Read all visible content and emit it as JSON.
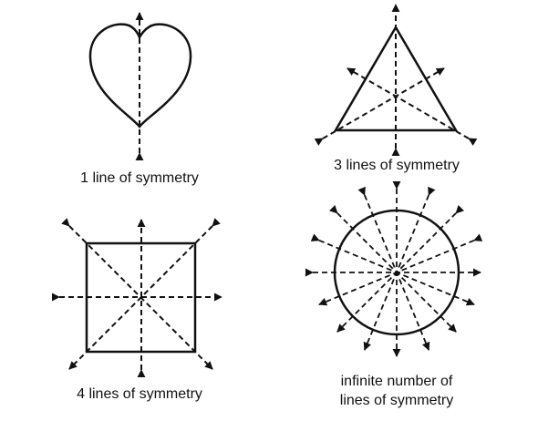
{
  "captions": {
    "heart": "1 line of symmetry",
    "triangle": "3 lines of symmetry",
    "square": "4 lines of symmetry",
    "circle_line1": "infinite number of",
    "circle_line2": "lines of symmetry"
  },
  "colors": {
    "stroke": "#111111",
    "background": "#ffffff"
  }
}
